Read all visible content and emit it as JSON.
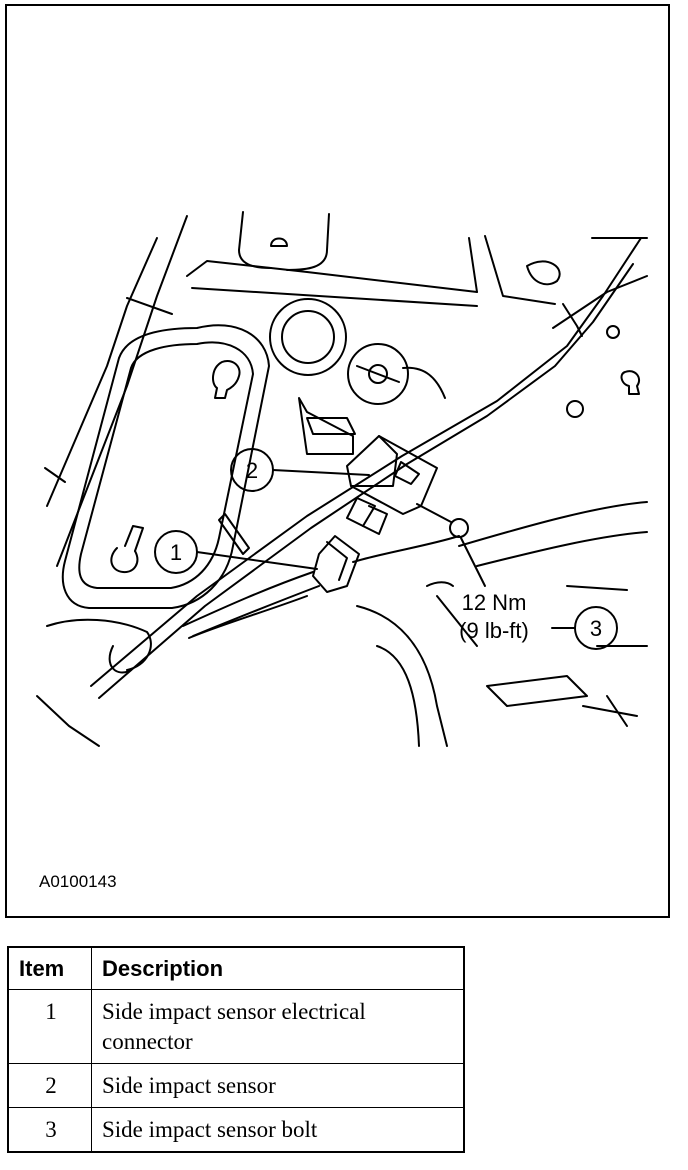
{
  "figure": {
    "callouts": [
      "1",
      "2",
      "3"
    ],
    "torque_spec_line1": "12 Nm",
    "torque_spec_line2": "(9 lb-ft)",
    "figure_id": "A0100143"
  },
  "legend": {
    "header_item": "Item",
    "header_description": "Description",
    "rows": [
      {
        "item": "1",
        "description": "Side impact sensor electrical connector"
      },
      {
        "item": "2",
        "description": "Side impact sensor"
      },
      {
        "item": "3",
        "description": "Side impact sensor bolt"
      }
    ]
  }
}
